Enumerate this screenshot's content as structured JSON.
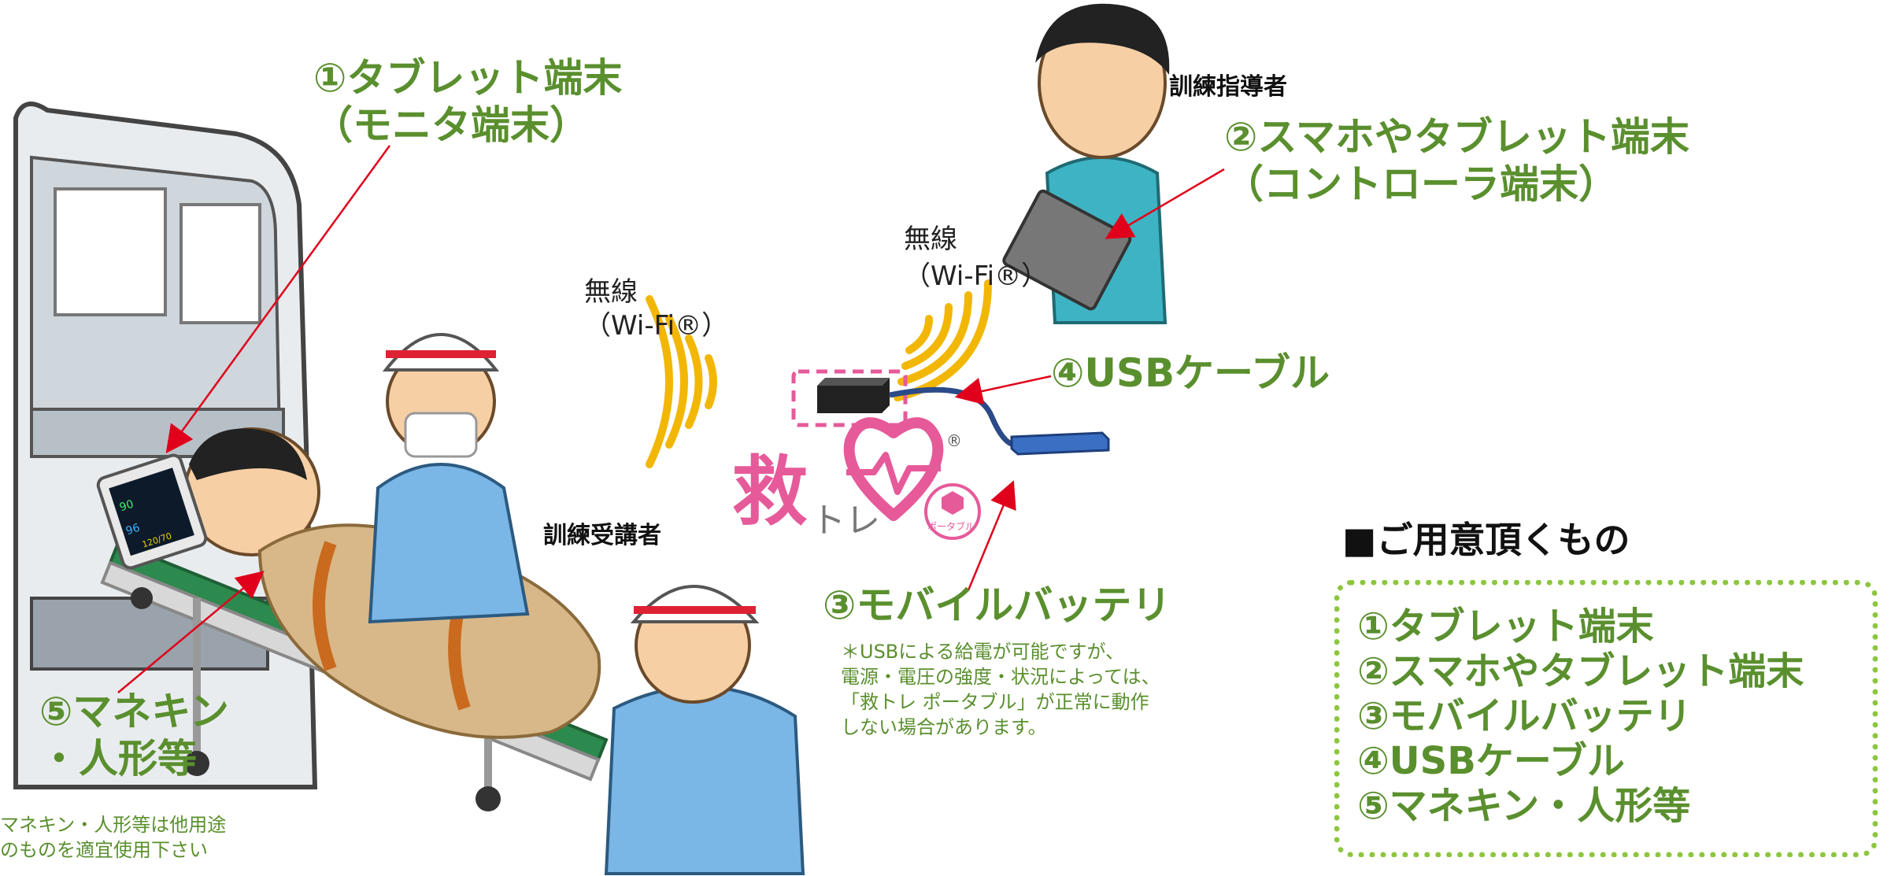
{
  "labels": {
    "tablet_monitor_line1": "①タブレット端末",
    "tablet_monitor_line2": "（モニタ端末）",
    "controller_line1": "②スマホやタブレット端末",
    "controller_line2": "（コントローラ端末）",
    "usb_cable": "④USBケーブル",
    "battery": "③モバイルバッテリ",
    "mannequin_line1": "⑤マネキン",
    "mannequin_line2": "・人形等",
    "instructor": "訓練指導者",
    "trainee": "訓練受講者",
    "wireless_left_line1": "無線",
    "wireless_left_line2": "（Wi-Fi®）",
    "wireless_right_line1": "無線",
    "wireless_right_line2": "（Wi-Fi®）"
  },
  "battery_note": [
    "＊USBによる給電が可能ですが、",
    "電源・電圧の強度・状況によっては、",
    "「救トレ ポータブル」が正常に動作",
    "しない場合があります。"
  ],
  "mannequin_note": [
    "マネキン・人形等は他用途",
    "のものを適宜使用下さい"
  ],
  "logo": {
    "kanji": "救",
    "kana": "トレ",
    "registered": "®",
    "badge": "ポータブル"
  },
  "monitor_readout": {
    "hr": "90",
    "spo2": "96",
    "bp": "120/70"
  },
  "requirements": {
    "title": "■ご用意頂くもの",
    "items": [
      "①タブレット端末",
      "②スマホやタブレット端末",
      "③モバイルバッテリ",
      "④USBケーブル",
      "⑤マネキン・人形等"
    ]
  },
  "colors": {
    "label_green": "#5a8f2e",
    "dotted_border": "#8cc63f",
    "wifi_yellow": "#f2b705",
    "arrow_red": "#e0001b",
    "logo_pink": "#e65a9a",
    "usb_blue": "#3a6fc4"
  }
}
